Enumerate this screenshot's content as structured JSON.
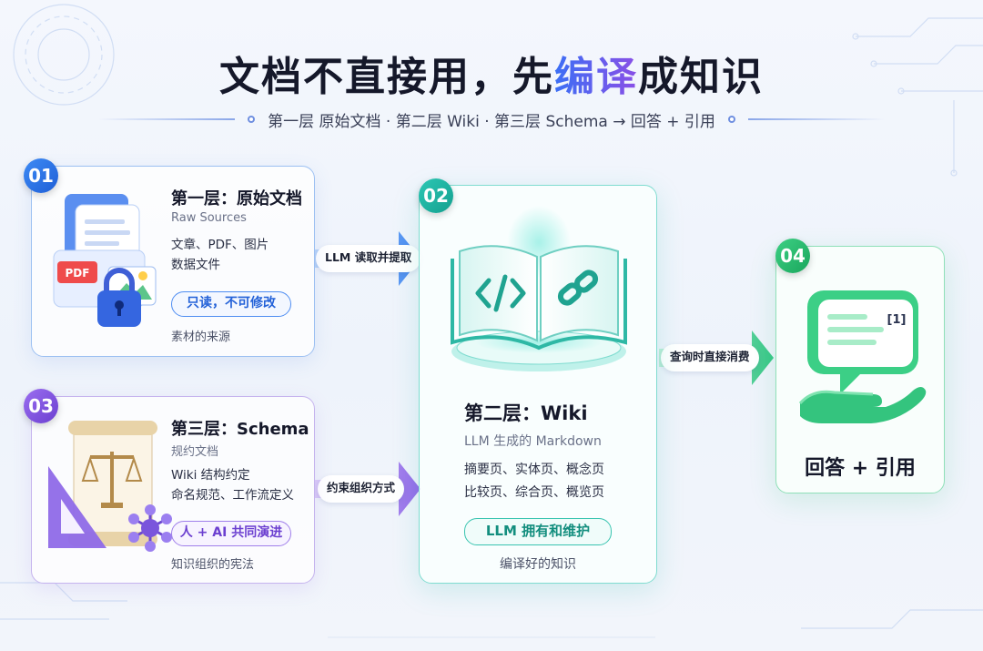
{
  "title": {
    "part1": "文档不直接用，先",
    "highlight": "编译",
    "part2": "成知识"
  },
  "subtitle": "第一层 原始文档 · 第二层 Wiki · 第三层 Schema → 回答 + 引用",
  "cards": {
    "raw": {
      "badge": "01",
      "heading": "第一层：原始文档",
      "english": "Raw Sources",
      "desc1": "文章、PDF、图片",
      "desc2": "数据文件",
      "pill": "只读，不可修改",
      "note": "素材的来源",
      "icon_label": "PDF"
    },
    "schema": {
      "badge": "03",
      "heading": "第三层：Schema",
      "english": "规约文档",
      "desc1": "Wiki 结构约定",
      "desc2": "命名规范、工作流定义",
      "pill": "人 + AI 共同演进",
      "note": "知识组织的宪法"
    },
    "wiki": {
      "badge": "02",
      "heading": "第二层：Wiki",
      "english": "LLM 生成的 Markdown",
      "desc1": "摘要页、实体页、概念页",
      "desc2": "比较页、综合页、概览页",
      "pill": "LLM 拥有和维护",
      "note": "编译好的知识"
    },
    "answer": {
      "badge": "04",
      "heading": "回答 + 引用",
      "citation": "[1]"
    }
  },
  "arrows": {
    "extract": "LLM 读取并提取",
    "constrain": "约束组织方式",
    "consume": "查询时直接消费"
  },
  "colors": {
    "blue": "#3e8bf5",
    "purple": "#8a5ae8",
    "teal": "#2dc7b4",
    "green": "#3dd084"
  }
}
